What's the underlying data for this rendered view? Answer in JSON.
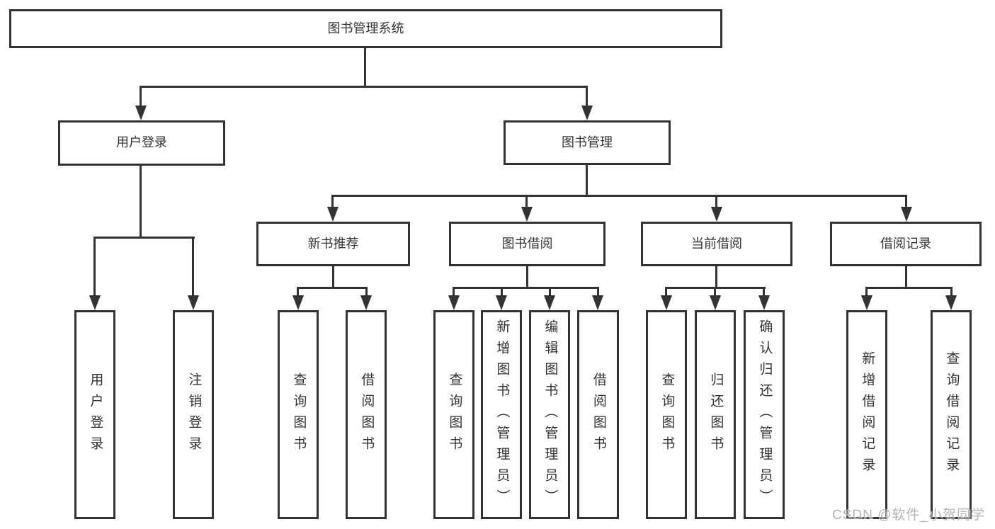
{
  "diagram_title": "图书管理系统",
  "nodes": {
    "root": "图书管理系统",
    "level2": [
      "用户登录",
      "图书管理"
    ],
    "level3": [
      "新书推荐",
      "图书借阅",
      "当前借阅",
      "借阅记录"
    ],
    "leaves": [
      "用户登录",
      "注销登录",
      "查询图书",
      "借阅图书",
      "查询图书",
      "新增图书（管理员）",
      "编辑图书（管理员）",
      "借阅图书",
      "查询图书",
      "归还图书",
      "确认归还（管理员）",
      "新增借阅记录",
      "查询借阅记录"
    ]
  },
  "watermark": "CSDN @软件_小贺同学",
  "colors": {
    "line": "#333333",
    "text": "#333333",
    "watermark": "#b5b5b5",
    "background": "#ffffff"
  }
}
